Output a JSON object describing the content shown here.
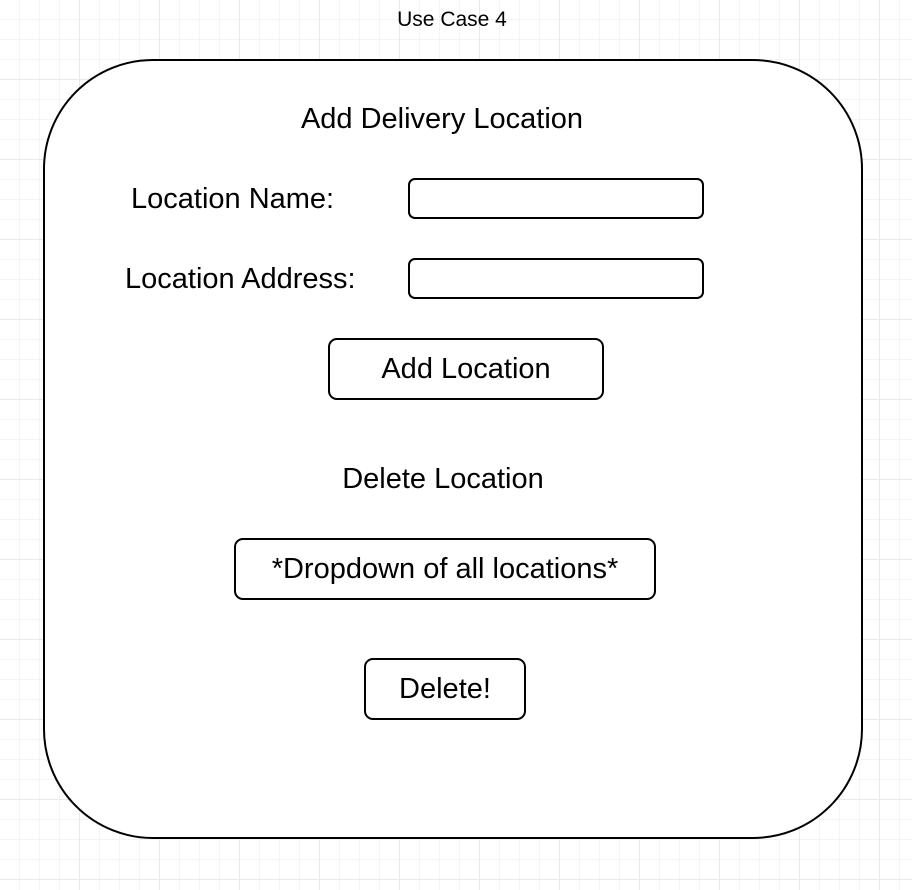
{
  "diagram": {
    "title": "Use Case 4"
  },
  "add_section": {
    "heading": "Add Delivery Location",
    "name_label": "Location Name:",
    "name_value": "",
    "address_label": "Location Address:",
    "address_value": "",
    "add_button_label": "Add Location"
  },
  "delete_section": {
    "heading": "Delete Location",
    "dropdown_label": "*Dropdown of all locations*",
    "delete_button_label": "Delete!"
  }
}
